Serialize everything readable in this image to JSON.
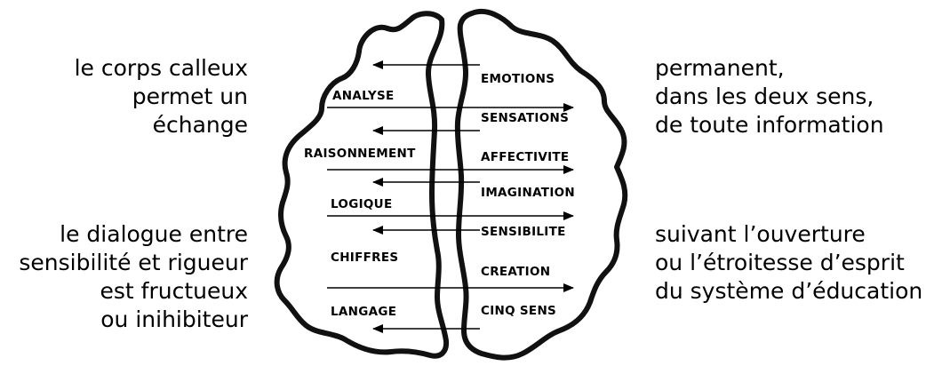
{
  "side_text": {
    "top_left": [
      "le corps calleux",
      "permet un",
      "échange"
    ],
    "bottom_left": [
      "le dialogue entre",
      "sensibilité et rigueur",
      "est fructueux",
      "ou inihibiteur"
    ],
    "top_right": [
      "permanent,",
      "dans les deux sens,",
      "de toute information"
    ],
    "bottom_right": [
      "suivant l’ouverture",
      "ou l’étroitesse d’esprit",
      "du système d’éducation"
    ]
  },
  "brain": {
    "left_labels": [
      "ANALYSE",
      "RAISONNEMENT",
      "LOGIQUE",
      "CHIFFRES",
      "LANGAGE"
    ],
    "right_labels": [
      "EMOTIONS",
      "SENSATIONS",
      "AFFECTIVITE",
      "IMAGINATION",
      "SENSIBILITE",
      "CREATION",
      "CINQ SENS"
    ]
  },
  "arrows": [
    {
      "direction": "left"
    },
    {
      "direction": "right"
    },
    {
      "direction": "left"
    },
    {
      "direction": "right"
    },
    {
      "direction": "left"
    },
    {
      "direction": "right"
    },
    {
      "direction": "left"
    },
    {
      "direction": "right"
    },
    {
      "direction": "left"
    }
  ]
}
